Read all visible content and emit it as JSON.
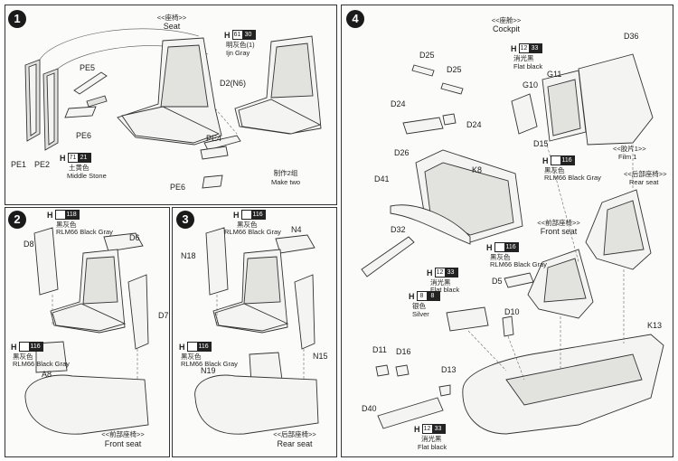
{
  "steps": [
    {
      "num": "1",
      "title_cn": "<<座椅>>",
      "title_en": "Seat",
      "parts": [
        "PE5",
        "PE6",
        "PE1",
        "PE2",
        "D2(N6)",
        "PE4",
        "PE6"
      ],
      "paint_top": {
        "h": "H",
        "code": "61",
        "num": "30",
        "cn": "明灰色(1)",
        "en": "Ijn Gray"
      },
      "paint_bottom": {
        "h": "H",
        "code": "71",
        "num": "21",
        "cn": "土黄色",
        "en": "Middle Stone"
      },
      "note_cn": "制作2组",
      "note_en": "Make two"
    },
    {
      "num": "2",
      "parts": [
        "D8",
        "D6",
        "D7",
        "A8"
      ],
      "paint_top": {
        "h": "H",
        "code": "118",
        "cn": "黑灰色",
        "en": "RLM66 Black Gray"
      },
      "paint_bottom": {
        "h": "H",
        "code": "116",
        "cn": "黑灰色",
        "en": "RLM66 Black Gray"
      },
      "title_cn": "<<前部座椅>>",
      "title_en": "Front seat"
    },
    {
      "num": "3",
      "parts": [
        "N4",
        "N18",
        "N15",
        "N19"
      ],
      "paint_top": {
        "h": "H",
        "code": "116",
        "cn": "黑灰色",
        "en": "RLM66 Black Gray"
      },
      "paint_bottom": {
        "h": "H",
        "code": "116",
        "cn": "黑灰色",
        "en": "RLM66 Black Gray"
      },
      "title_cn": "<<后部座椅>>",
      "title_en": "Rear seat"
    },
    {
      "num": "4",
      "title_cn": "<<座舱>>",
      "title_en": "Cockpit",
      "parts": [
        "D25",
        "D25",
        "D36",
        "G11",
        "G10",
        "D24",
        "D24",
        "D26",
        "D15",
        "K8",
        "D41",
        "D32",
        "D5",
        "D10",
        "K13",
        "D11",
        "D16",
        "D13",
        "D40"
      ],
      "paints": [
        {
          "h": "H",
          "code": "12",
          "num": "33",
          "cn": "消光黑",
          "en": "Flat black"
        },
        {
          "h": "H",
          "code": "116",
          "cn": "黑灰色",
          "en": "RLM66 Black Gray"
        },
        {
          "h": "H",
          "code": "116",
          "cn": "黑灰色",
          "en": "RLM66 Black Gray"
        },
        {
          "h": "H",
          "code": "12",
          "num": "33",
          "cn": "消光黑",
          "en": "Flat black"
        },
        {
          "h": "H",
          "code": "8",
          "num": "8",
          "cn": "银色",
          "en": "Silver"
        },
        {
          "h": "H",
          "code": "12",
          "num": "33",
          "cn": "消光黑",
          "en": "Flat black"
        }
      ],
      "film_cn": "<<胶片1>>",
      "film_en": "Film 1",
      "rear_cn": "<<后部座椅>>",
      "rear_en": "Rear seat",
      "front_cn": "<<前部座椅>>",
      "front_en": "Front seat"
    }
  ]
}
